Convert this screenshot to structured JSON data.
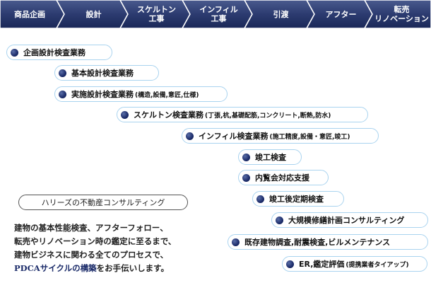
{
  "phases": [
    {
      "label": "商品企画"
    },
    {
      "label": "設計"
    },
    {
      "label": "スケルトン\n工事"
    },
    {
      "label": "インフィル\n工事"
    },
    {
      "label": "引渡"
    },
    {
      "label": "アフター"
    },
    {
      "label": "転売\nリノベーション"
    }
  ],
  "services": [
    {
      "label": "企画設計検査業務",
      "note": ""
    },
    {
      "label": "基本設計検査業務",
      "note": ""
    },
    {
      "label": "実施設計検査業務",
      "note": "(構造,設備,意匠,仕様)"
    },
    {
      "label": "スケルトン検査業務",
      "note": "(丁張,杭,基礎配筋,コンクリート,断熱,防水)"
    },
    {
      "label": "インフィル検査業務",
      "note": "(施工精度,設備・意匠,竣工)"
    },
    {
      "label": "竣工検査",
      "note": ""
    },
    {
      "label": "内覧会対応支援",
      "note": ""
    },
    {
      "label": "竣工後定期検査",
      "note": ""
    },
    {
      "label": "大規模修繕計画コンサルティング",
      "note": ""
    },
    {
      "label": "既存建物調査,耐震検査,ビルメンテナンス",
      "note": ""
    },
    {
      "label": "ER,鑑定評価",
      "note": "(提携業者タイアップ)"
    }
  ],
  "consulting": {
    "badge": "ハリーズの不動産コンサルティング",
    "line1": "建物の基本性能検査、アフターフォロー、",
    "line2": "転売やリノベーション時の鑑定に至るまで、",
    "line3": "建物ビジネスに関わる全てのプロセスで、",
    "line4_em": "PDCAサイクルの構築",
    "line4_rest": "をお手伝いします。"
  },
  "colors": {
    "arrow_top": "#3a4b7e",
    "arrow_bottom": "#1b2a5e",
    "pill_border": "#a9d3ef",
    "dot": "#1c2c6a"
  },
  "icons": {
    "bullet": "navy-sphere-bullet-icon"
  }
}
